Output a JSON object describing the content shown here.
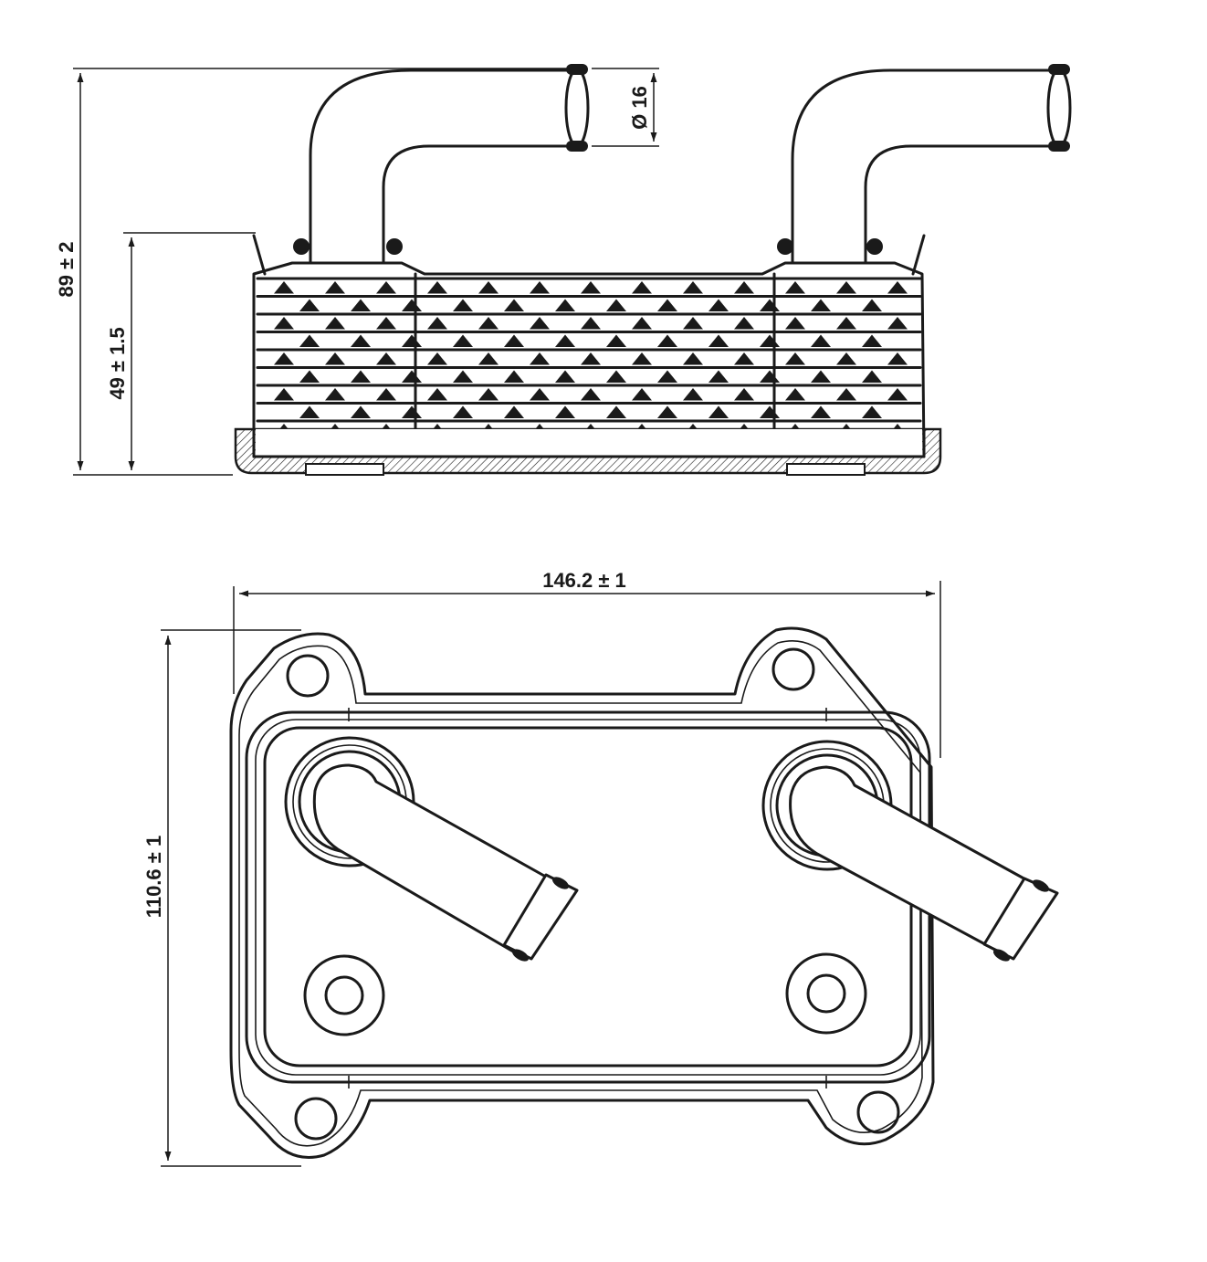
{
  "dimensions": {
    "total_height": "89 ± 2",
    "core_height": "49 ± 1.5",
    "pipe_diameter": "Ø 16",
    "width": "146.2 ± 1",
    "depth": "110.6 ± 1"
  },
  "colors": {
    "line": "#1a1a1a",
    "background": "#ffffff"
  }
}
